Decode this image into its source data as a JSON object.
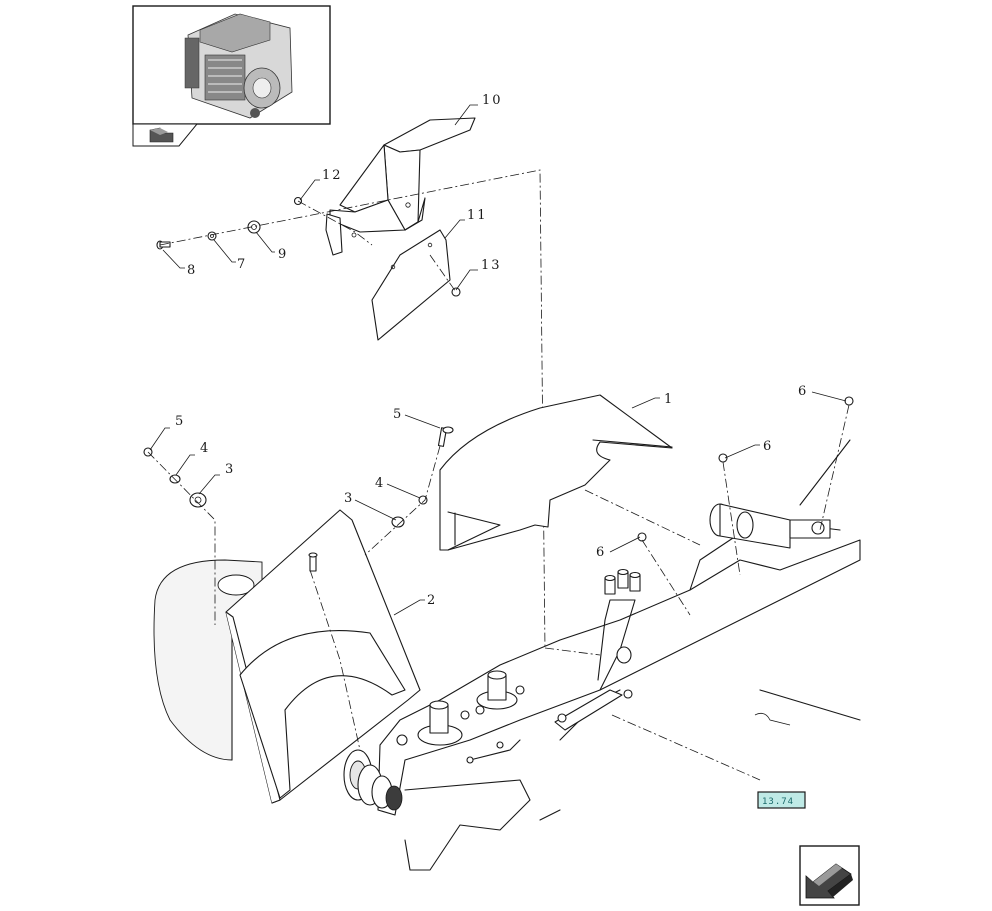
{
  "diagram": {
    "callouts": [
      "10",
      "12",
      "11",
      "13",
      "8",
      "7",
      "9",
      "5",
      "4",
      "3",
      "5",
      "4",
      "3",
      "2",
      "1",
      "6",
      "6",
      "6"
    ],
    "reference_tag": "13.74",
    "colors": {
      "line": "#1a1a1a",
      "tag_fill": "#bfeae6",
      "tag_text": "#1a6a6a"
    }
  },
  "icons": {
    "thumbnail": "machine-thumbnail-icon",
    "prev": "previous-page-arrow-icon",
    "next": "next-page-arrow-icon"
  }
}
